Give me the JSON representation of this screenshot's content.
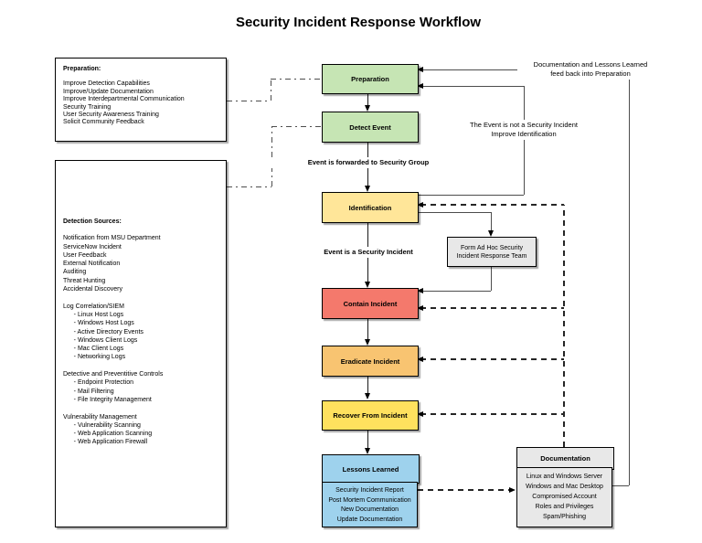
{
  "title": "Security Incident Response Workflow",
  "colors": {
    "green": "#c6e5b4",
    "yellow": "#ffe699",
    "red": "#f4796c",
    "orange": "#f8c471",
    "yellow2": "#ffe15e",
    "blue": "#9ed2ed",
    "gray": "#e8e8e8"
  },
  "left_panels": {
    "preparation": {
      "heading": "Preparation:",
      "items": [
        "Improve Detection Capabilities",
        "Improve/Update Documentation",
        "Improve Interdepartmental Communication",
        "Security Training",
        "User Security Awareness Training",
        "Solicit Community Feedback"
      ]
    },
    "detection_sources": {
      "heading": "Detection Sources:",
      "lines": [
        "Notification from MSU Department",
        "ServiceNow Incident",
        "User Feedback",
        "External Notification",
        "Auditing",
        "Threat Hunting",
        "Accidental Discovery",
        "",
        "Log Correlation/SIEM",
        "      - Linux Host Logs",
        "      - Windows Host Logs",
        "      - Active Directory Events",
        "      - Windows Client Logs",
        "      - Mac Client Logs",
        "      - Networking Logs",
        "",
        "Detective and Preventitive Controls",
        "      - Endpoint Protection",
        "      - Mail Filtering",
        "      - File Integrity Management",
        "",
        "Vulnerability Management",
        "      - Vulnerability Scanning",
        "      - Web Application Scanning",
        "      - Web Application Firewall"
      ]
    }
  },
  "flow": {
    "preparation": "Preparation",
    "detect_event": "Detect Event",
    "identification": "Identification",
    "contain": "Contain Incident",
    "eradicate": "Eradicate Incident",
    "recover": "Recover From Incident",
    "lessons": "Lessons Learned",
    "lessons_items": [
      "Security Incident Report",
      "Post Mortem Communication",
      "New Documentation",
      "Update Documentation"
    ]
  },
  "side": {
    "form_adhoc_line1": "Form Ad Hoc Security",
    "form_adhoc_line2": "Incident Response Team",
    "documentation": {
      "heading": "Documentation",
      "items": [
        "Linux and Windows Server",
        "Windows and Mac Desktop",
        "Compromised Account",
        "Roles and Privileges",
        "Spam/Phishing"
      ]
    }
  },
  "labels": {
    "forwarded": "Event is forwarded to Security Group",
    "is_incident": "Event is a Security Incident",
    "not_incident_line1": "The Event is not a Security Incident",
    "not_incident_line2": "Improve Identification",
    "feedback_line1": "Documentation and Lessons Learned",
    "feedback_line2": "feed back into Preparation"
  }
}
